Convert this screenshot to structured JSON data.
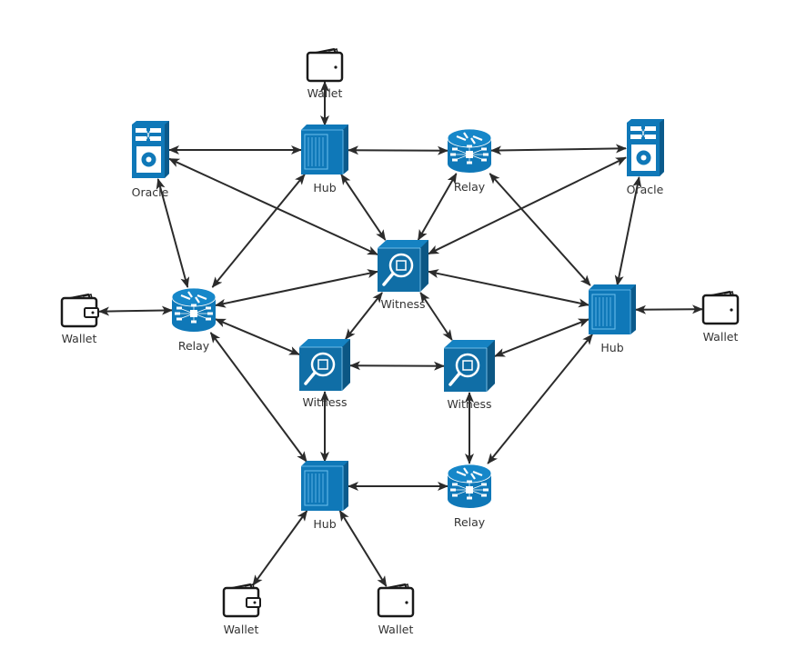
{
  "diagram": {
    "type": "network",
    "colors": {
      "device_blue": "#0f78b8",
      "device_dark": "#0a5a8c",
      "witness_blue": "#106ea6",
      "edge": "#2b2b2b",
      "label": "#333333",
      "wallet_stroke": "#1a1a1a"
    },
    "nodes": [
      {
        "id": "wallet-top",
        "kind": "wallet",
        "variant": "plain",
        "label": "Wallet"
      },
      {
        "id": "hub-top",
        "kind": "hub",
        "label": "Hub"
      },
      {
        "id": "relay-top",
        "kind": "relay",
        "label": "Relay"
      },
      {
        "id": "oracle-left",
        "kind": "oracle",
        "label": "Oracle"
      },
      {
        "id": "oracle-right",
        "kind": "oracle",
        "label": "Oracle"
      },
      {
        "id": "witness-center",
        "kind": "witness",
        "label": "Witness"
      },
      {
        "id": "wallet-left",
        "kind": "wallet",
        "variant": "clasp",
        "label": "Wallet"
      },
      {
        "id": "relay-left",
        "kind": "relay",
        "label": "Relay"
      },
      {
        "id": "hub-right",
        "kind": "hub",
        "label": "Hub"
      },
      {
        "id": "wallet-right",
        "kind": "wallet",
        "variant": "plain",
        "label": "Wallet"
      },
      {
        "id": "witness-left",
        "kind": "witness",
        "label": "Witness"
      },
      {
        "id": "witness-right",
        "kind": "witness",
        "label": "Witness"
      },
      {
        "id": "hub-bottom",
        "kind": "hub",
        "label": "Hub"
      },
      {
        "id": "relay-bottom",
        "kind": "relay",
        "label": "Relay"
      },
      {
        "id": "wallet-bottom-left",
        "kind": "wallet",
        "variant": "clasp",
        "label": "Wallet"
      },
      {
        "id": "wallet-bottom-right",
        "kind": "wallet",
        "variant": "plain",
        "label": "Wallet"
      }
    ],
    "edges": [
      {
        "from": "wallet-top",
        "to": "hub-top",
        "direction": "both"
      },
      {
        "from": "hub-top",
        "to": "relay-top",
        "direction": "both"
      },
      {
        "from": "oracle-left",
        "to": "hub-top",
        "direction": "both"
      },
      {
        "from": "relay-top",
        "to": "oracle-right",
        "direction": "both"
      },
      {
        "from": "oracle-left",
        "to": "witness-center",
        "direction": "both"
      },
      {
        "from": "oracle-left",
        "to": "relay-left",
        "direction": "both"
      },
      {
        "from": "hub-top",
        "to": "relay-left",
        "direction": "both"
      },
      {
        "from": "hub-top",
        "to": "witness-center",
        "direction": "both"
      },
      {
        "from": "relay-top",
        "to": "witness-center",
        "direction": "both"
      },
      {
        "from": "relay-top",
        "to": "hub-right",
        "direction": "both"
      },
      {
        "from": "oracle-right",
        "to": "witness-center",
        "direction": "both"
      },
      {
        "from": "oracle-right",
        "to": "hub-right",
        "direction": "both"
      },
      {
        "from": "wallet-left",
        "to": "relay-left",
        "direction": "both"
      },
      {
        "from": "relay-left",
        "to": "witness-center",
        "direction": "both"
      },
      {
        "from": "witness-center",
        "to": "hub-right",
        "direction": "both"
      },
      {
        "from": "hub-right",
        "to": "wallet-right",
        "direction": "both"
      },
      {
        "from": "witness-center",
        "to": "witness-left",
        "direction": "both"
      },
      {
        "from": "witness-center",
        "to": "witness-right",
        "direction": "both"
      },
      {
        "from": "relay-left",
        "to": "witness-left",
        "direction": "both"
      },
      {
        "from": "witness-left",
        "to": "witness-right",
        "direction": "both"
      },
      {
        "from": "hub-right",
        "to": "witness-right",
        "direction": "both"
      },
      {
        "from": "relay-left",
        "to": "hub-bottom",
        "direction": "both"
      },
      {
        "from": "witness-left",
        "to": "hub-bottom",
        "direction": "both"
      },
      {
        "from": "witness-right",
        "to": "relay-bottom",
        "direction": "both"
      },
      {
        "from": "hub-right",
        "to": "relay-bottom",
        "direction": "both"
      },
      {
        "from": "hub-bottom",
        "to": "relay-bottom",
        "direction": "both"
      },
      {
        "from": "hub-bottom",
        "to": "wallet-bottom-left",
        "direction": "both"
      },
      {
        "from": "hub-bottom",
        "to": "wallet-bottom-right",
        "direction": "both"
      }
    ]
  }
}
